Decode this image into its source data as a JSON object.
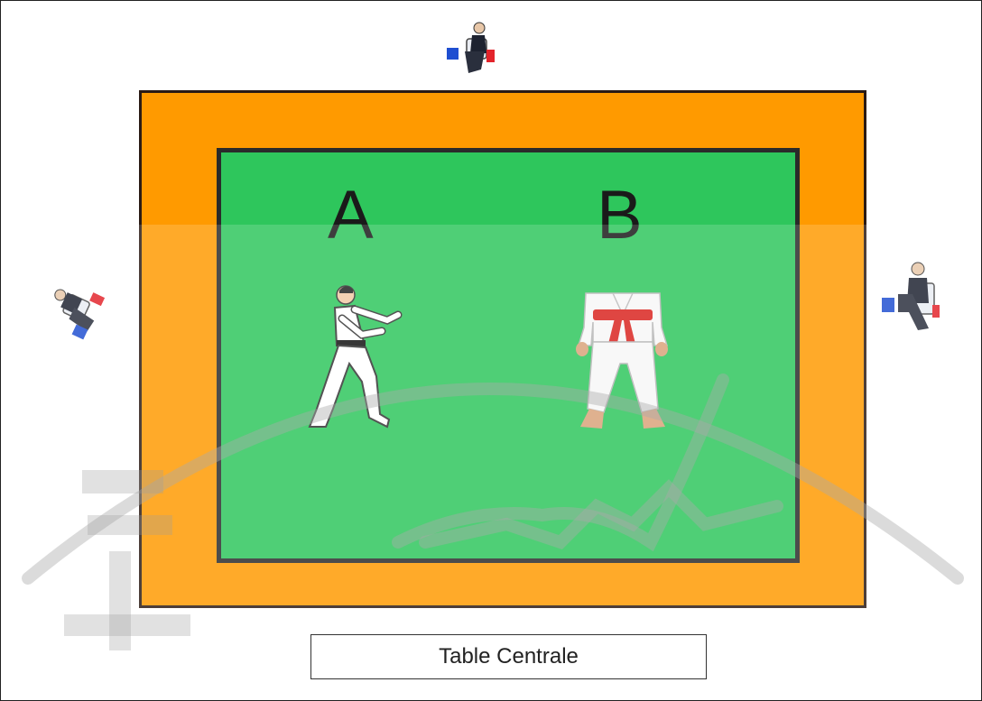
{
  "colors": {
    "outer_zone": "#ff9a00",
    "inner_zone": "#2ec65c",
    "border": "#2a2a2a",
    "red_flag": "#e3242b",
    "blue_flag": "#1f4fd1"
  },
  "field": {
    "competitor_a_label": "A",
    "competitor_b_label": "B"
  },
  "table": {
    "label": "Table Centrale"
  },
  "judges": [
    {
      "position": "top",
      "icon": "judge-seated-icon"
    },
    {
      "position": "left",
      "icon": "judge-seated-icon"
    },
    {
      "position": "right",
      "icon": "judge-seated-icon"
    }
  ],
  "competitors": [
    {
      "id": "A",
      "icon": "karateka-stance-black-belt-icon"
    },
    {
      "id": "B",
      "icon": "karateka-standing-red-belt-icon"
    }
  ]
}
